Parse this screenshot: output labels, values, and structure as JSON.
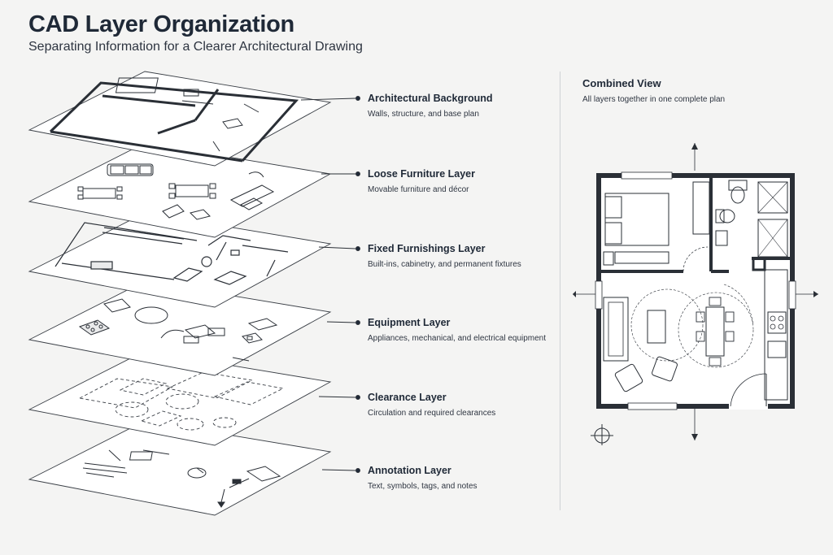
{
  "header": {
    "title": "CAD Layer Organization",
    "subtitle": "Separating Information for a Clearer Architectural Drawing"
  },
  "layers": [
    {
      "name": "Architectural Background",
      "description": "Walls, structure, and base plan"
    },
    {
      "name": "Loose Furniture Layer",
      "description": "Movable furniture and décor"
    },
    {
      "name": "Fixed Furnishings Layer",
      "description": "Built-ins, cabinetry, and permanent fixtures"
    },
    {
      "name": "Equipment Layer",
      "description": "Appliances, mechanical, and electrical equipment"
    },
    {
      "name": "Clearance Layer",
      "description": "Circulation and required clearances"
    },
    {
      "name": "Annotation Layer",
      "description": "Text, symbols, tags, and notes"
    }
  ],
  "combined": {
    "title": "Combined View",
    "subtitle": "All layers together in one complete plan"
  },
  "colors": {
    "background": "#f4f4f3",
    "ink": "#2a2f36",
    "sheet": "#ffffff"
  }
}
